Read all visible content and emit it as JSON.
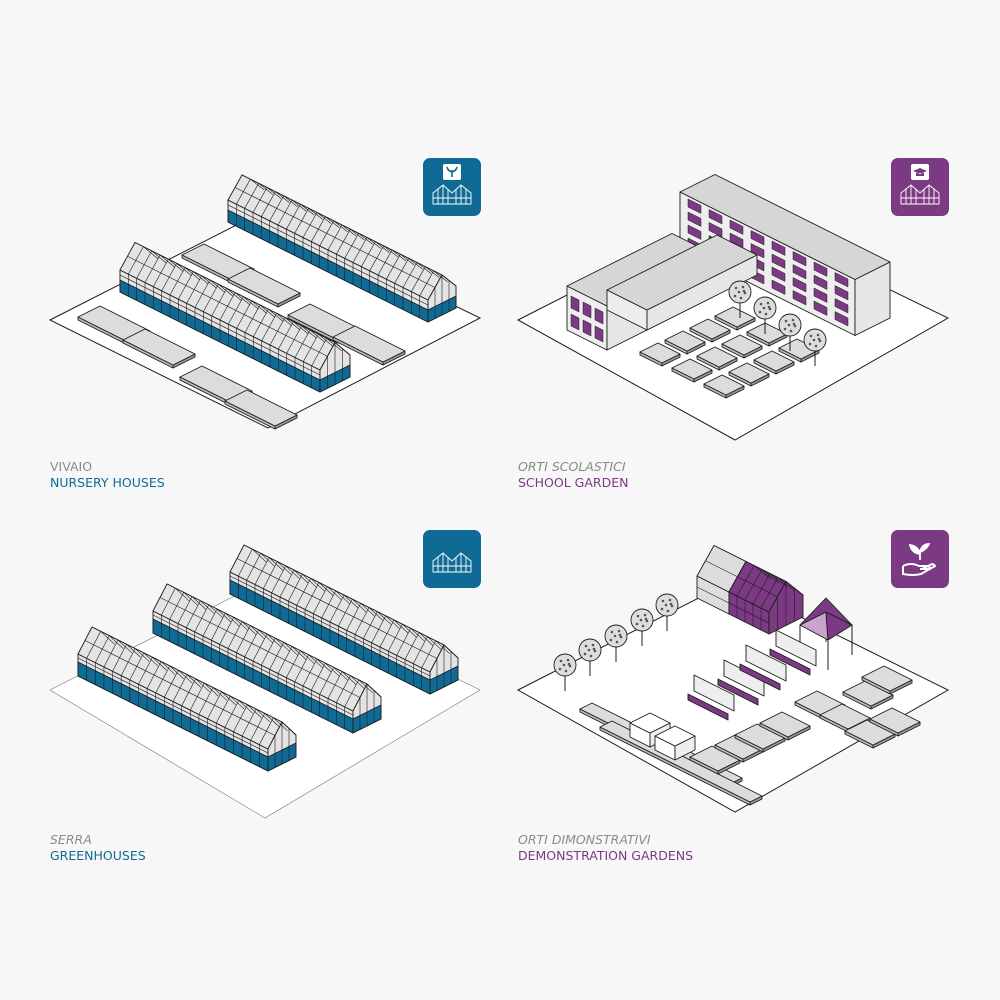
{
  "colors": {
    "blue": "#0f6b95",
    "purple": "#7c3a84",
    "ground": "#ffffff",
    "pad": "#dcdcdc",
    "glass": "#e4e4e4",
    "line": "#1d1d1d",
    "label_gray": "#8a8a8a"
  },
  "panels": [
    {
      "label_it": "VIVAIO",
      "label_en": "NURSERY HOUSES",
      "accent": "blue",
      "icon": "greenhouse-seedling-icon"
    },
    {
      "label_it": "ORTI SCOLASTICI",
      "label_en": "SCHOOL GARDEN",
      "accent": "purple",
      "icon": "greenhouse-graduation-cap-icon"
    },
    {
      "label_it": "SERRA",
      "label_en": "GREENHOUSES",
      "accent": "blue",
      "icon": "greenhouse-icon"
    },
    {
      "label_it": "ORTI DIMONSTRATIVI",
      "label_en": "DEMONSTRATION GARDENS",
      "accent": "purple",
      "icon": "hand-plant-icon"
    }
  ]
}
